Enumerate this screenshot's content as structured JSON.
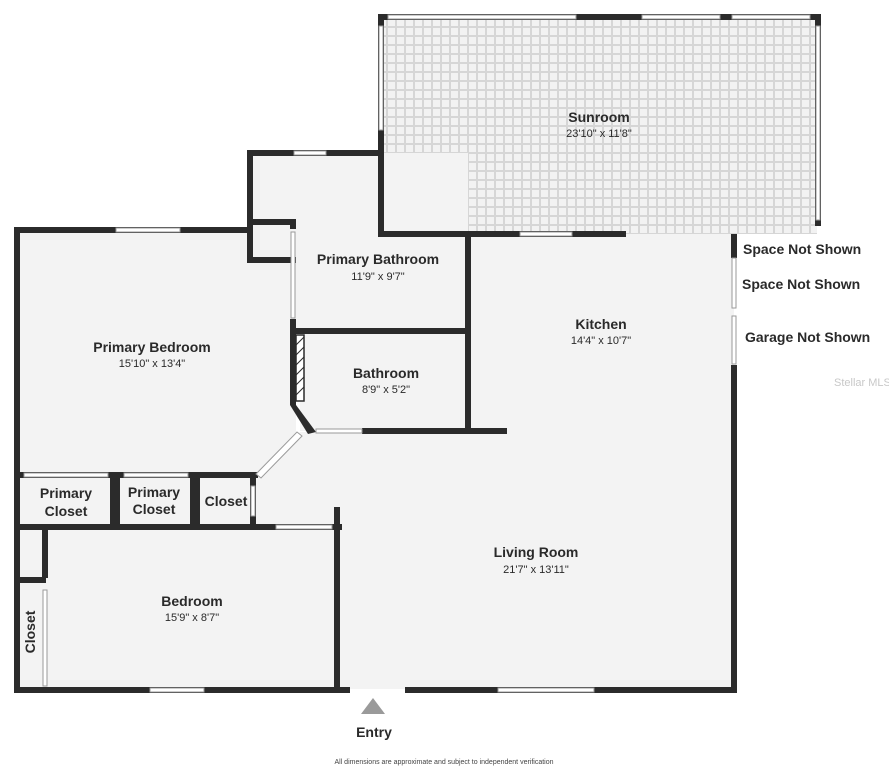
{
  "rooms": {
    "sunroom": {
      "name": "Sunroom",
      "dims": "23'10\" x 11'8\""
    },
    "primary_bathroom": {
      "name": "Primary Bathroom",
      "dims": "11'9\" x 9'7\""
    },
    "kitchen": {
      "name": "Kitchen",
      "dims": "14'4\" x 10'7\""
    },
    "primary_bedroom": {
      "name": "Primary Bedroom",
      "dims": "15'10\" x 13'4\""
    },
    "bathroom": {
      "name": "Bathroom",
      "dims": "8'9\" x 5'2\""
    },
    "primary_closet_1": {
      "line1": "Primary",
      "line2": "Closet"
    },
    "primary_closet_2": {
      "line1": "Primary",
      "line2": "Closet"
    },
    "closet": {
      "name": "Closet"
    },
    "living_room": {
      "name": "Living Room",
      "dims": "21'7\" x 13'11\""
    },
    "bedroom": {
      "name": "Bedroom",
      "dims": "15'9\" x 8'7\""
    },
    "side_closet": {
      "name": "Closet"
    }
  },
  "notes": {
    "space_not_shown_1": "Space Not Shown",
    "space_not_shown_2": "Space Not Shown",
    "garage_not_shown": "Garage Not Shown"
  },
  "entry": {
    "label": "Entry"
  },
  "watermark": "Stellar MLS",
  "footer": "All dimensions are approximate and subject to independent verification",
  "colors": {
    "wall": "#2b2b2b",
    "floor": "#f3f3f3",
    "tile": "#dedede",
    "background": "#ffffff",
    "entry_arrow": "#9a9a9a"
  }
}
